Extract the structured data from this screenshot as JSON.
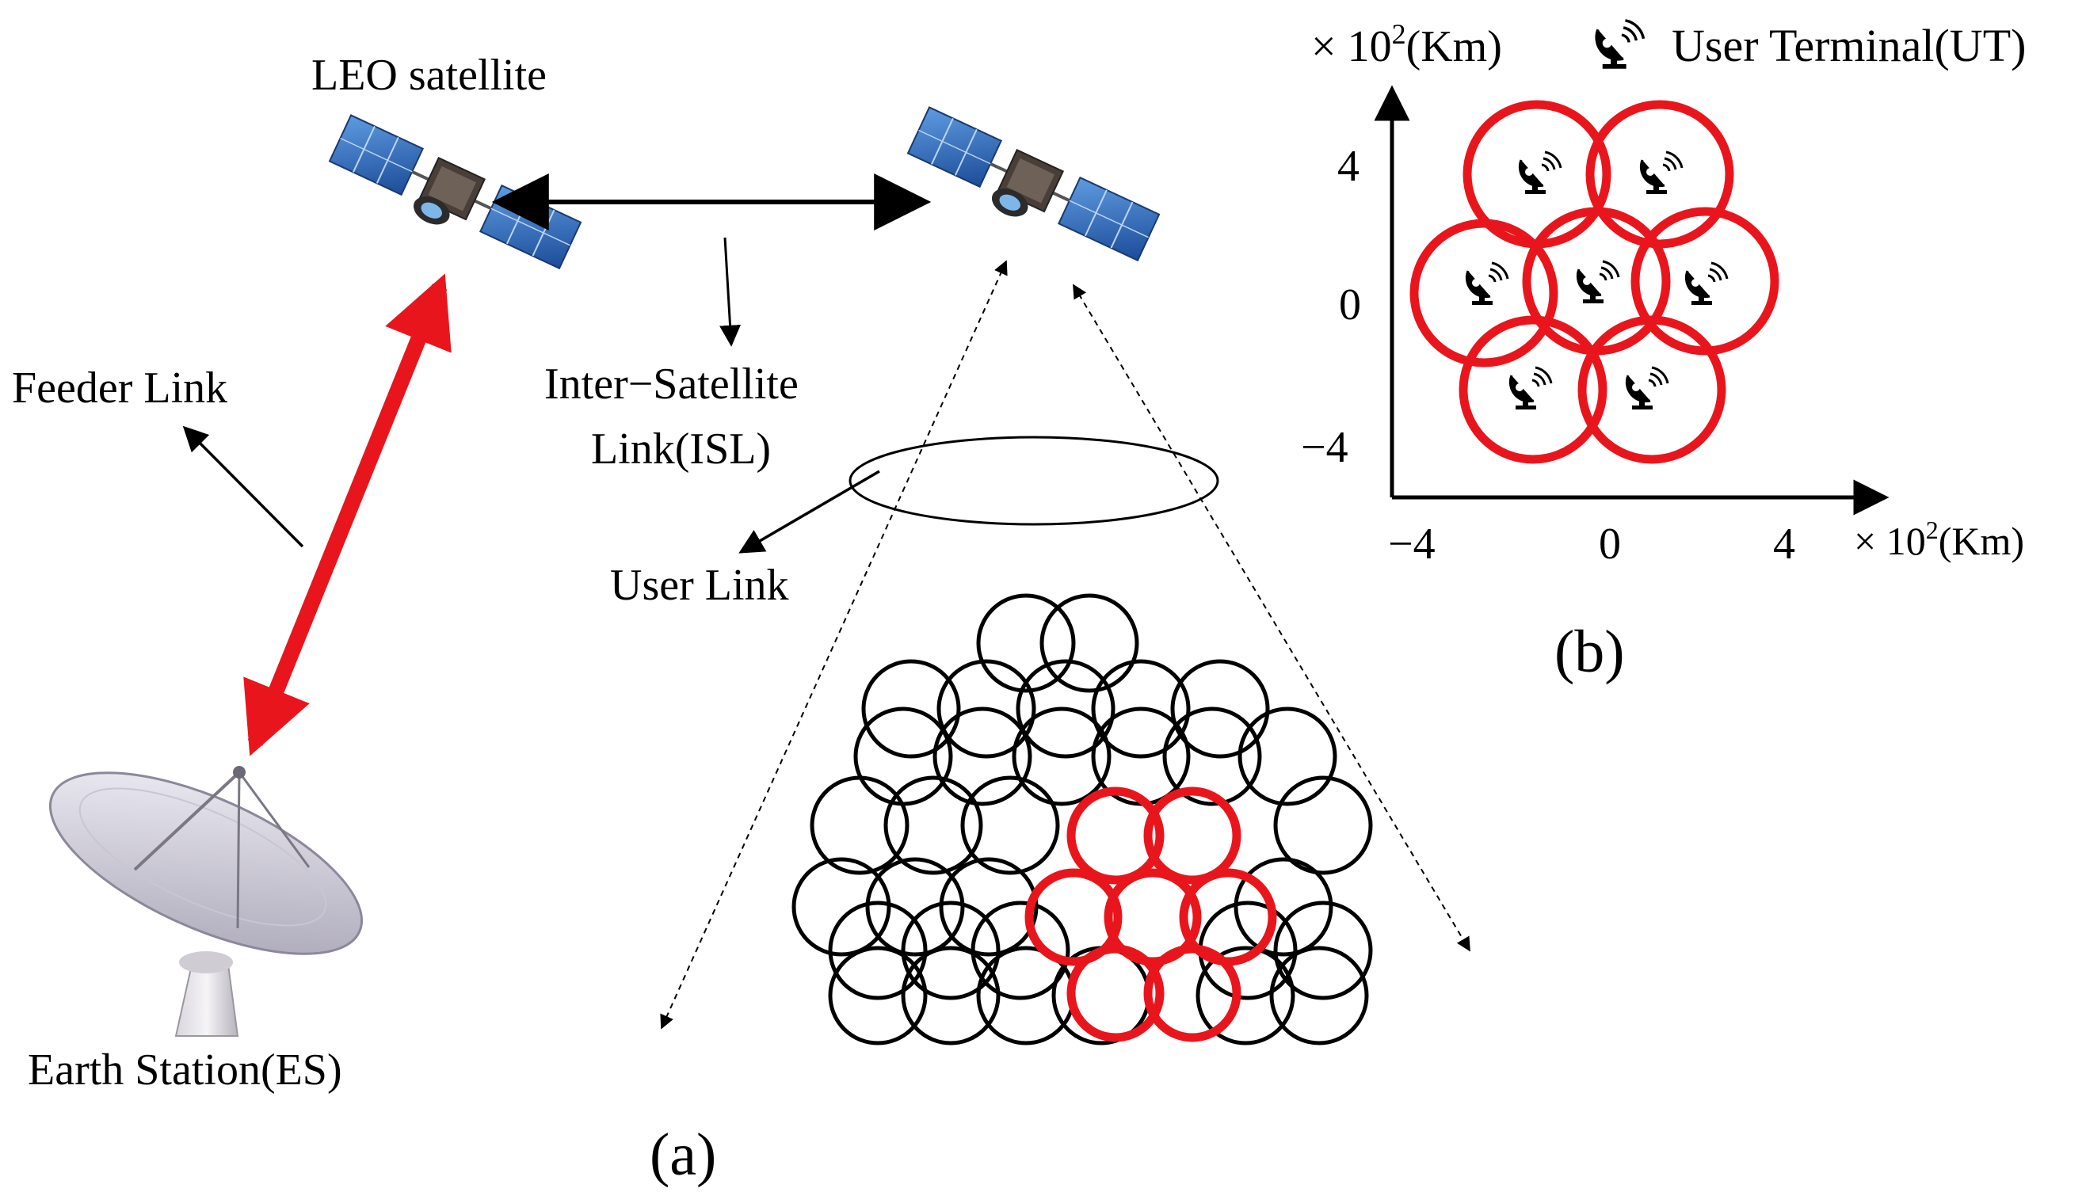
{
  "labels": {
    "leo_satellite": "LEO satellite",
    "feeder_link": "Feeder Link",
    "isl_line1": "Inter−Satellite",
    "isl_line2": "Link(ISL)",
    "user_link": "User Link",
    "earth_station": "Earth Station(ES)",
    "panel_a": "(a)",
    "panel_b": "(b)"
  },
  "chart_b": {
    "y_unit_prefix": "× 10",
    "y_unit_exp": "2",
    "y_unit_suffix": "(Km)",
    "x_unit_prefix": "× 10",
    "x_unit_exp": "2",
    "x_unit_suffix": "(Km)",
    "legend": "User Terminal(UT)",
    "y_ticks": [
      "4",
      "0",
      "−4"
    ],
    "x_ticks": [
      "−4",
      "0",
      "4"
    ]
  },
  "colors": {
    "beam_highlight": "#e8161c",
    "beam_normal": "#000000",
    "feeder_arrow": "#e8161c",
    "solar_panel": "#2a62b0"
  },
  "icons": [
    "satellite-icon",
    "dish-antenna-icon",
    "user-terminal-icon"
  ]
}
